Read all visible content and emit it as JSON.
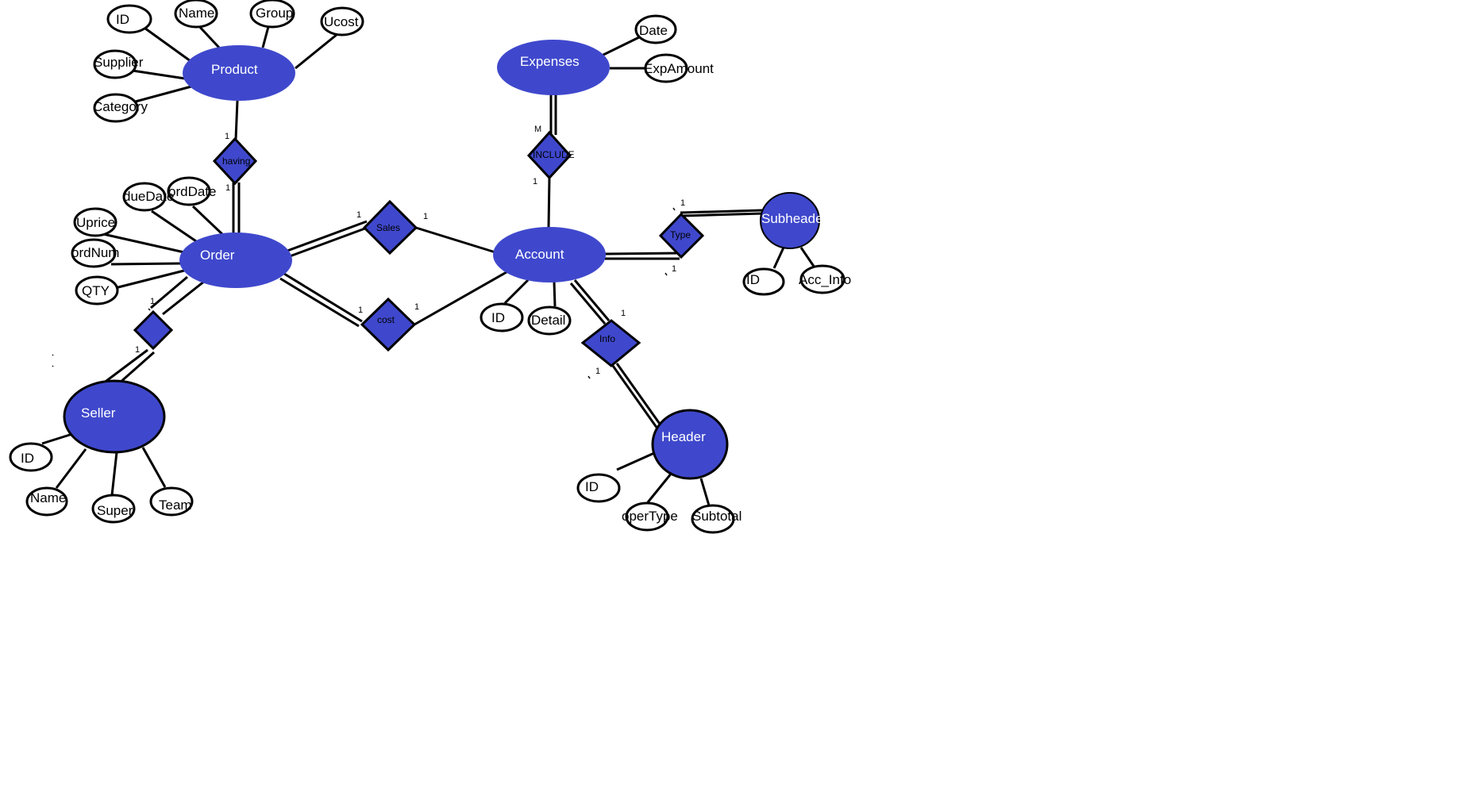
{
  "colors": {
    "entity_fill": "#3f48cc",
    "stroke": "#000000",
    "background": "#ffffff",
    "entity_text": "#ffffff"
  },
  "entities": {
    "product": "Product",
    "order": "Order",
    "expenses": "Expenses",
    "account": "Account",
    "subheader": "Subheader",
    "seller": "Seller",
    "header": "Header"
  },
  "relationships": {
    "having": "having",
    "include": "INCLUDE",
    "sales": "Sales",
    "cost": "cost",
    "type": "Type",
    "info": "Info"
  },
  "attributes": {
    "product_id": "ID",
    "product_name": "Name",
    "product_group": "Group",
    "product_ucost": "Ucost",
    "product_supplier": "Supplier",
    "product_category": "Category",
    "expenses_date": "Date",
    "expenses_amount": "ExpAmount",
    "order_duedate": "dueDate",
    "order_orddate": "ordDate",
    "order_uprice": "Uprice",
    "order_ordnum": "ordNum",
    "order_qty": "QTY",
    "account_id": "ID",
    "account_detail": "Detail",
    "subheader_id": "ID",
    "subheader_accinfo": "Acc_Info",
    "seller_id": "ID",
    "seller_name": "Name",
    "seller_super": "Super",
    "seller_team": "Team",
    "header_id": "ID",
    "header_opertype": "operType",
    "header_subtotal": "Subtotal"
  },
  "cardinalities": {
    "having_product": "1",
    "having_order": "1",
    "include_expenses": "M",
    "include_account": "1",
    "sales_order": "1",
    "sales_account": "1",
    "cost_order": "1",
    "cost_account": "1",
    "type_subheader": "1",
    "type_account": "1",
    "order_seller_order": "1",
    "order_seller_seller": "1",
    "info_account": "1",
    "info_header": "1"
  }
}
